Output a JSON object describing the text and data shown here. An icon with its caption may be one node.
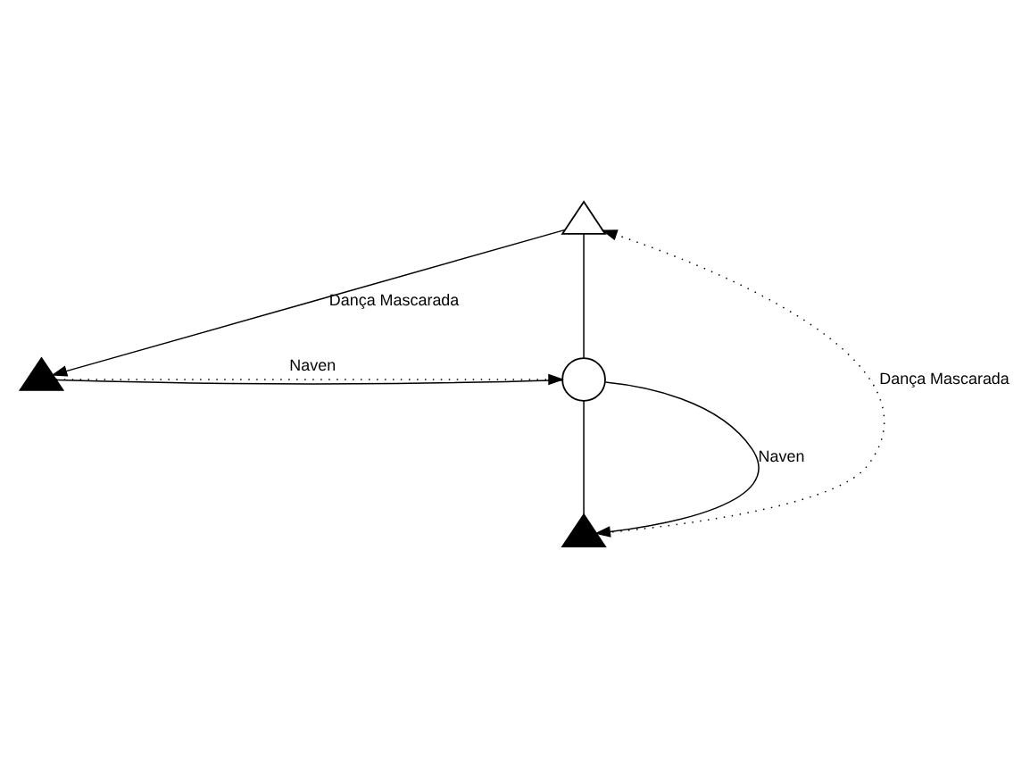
{
  "diagram": {
    "nodes": [
      {
        "text": [],
        "shape": "triangle"
      },
      {
        "text": [],
        "shape": "circle"
      },
      {
        "text": [],
        "shape": "triangle"
      },
      {
        "text": [],
        "shape": "triangle"
      }
    ],
    "edges": [
      {
        "from": 0,
        "to": 1,
        "arrow": "none"
      },
      {
        "from": 2,
        "to": 1,
        "arrow": "none"
      },
      {
        "from": 1,
        "to": 3,
        "arrow": "none"
      },
      {
        "from": 0,
        "to": 2,
        "arrow": "to",
        "label": "Dança Mascarada"
      },
      {
        "from": 2,
        "to": 1,
        "arrow": "to",
        "label": "Naven",
        "style": "dashed"
      },
      {
        "from": 1,
        "to": 3,
        "arrow": "to",
        "label": "Naven"
      },
      {
        "from": 3,
        "to": 0,
        "arrow": "to",
        "label": "Dança Mascarada",
        "style": "dashed"
      }
    ]
  }
}
